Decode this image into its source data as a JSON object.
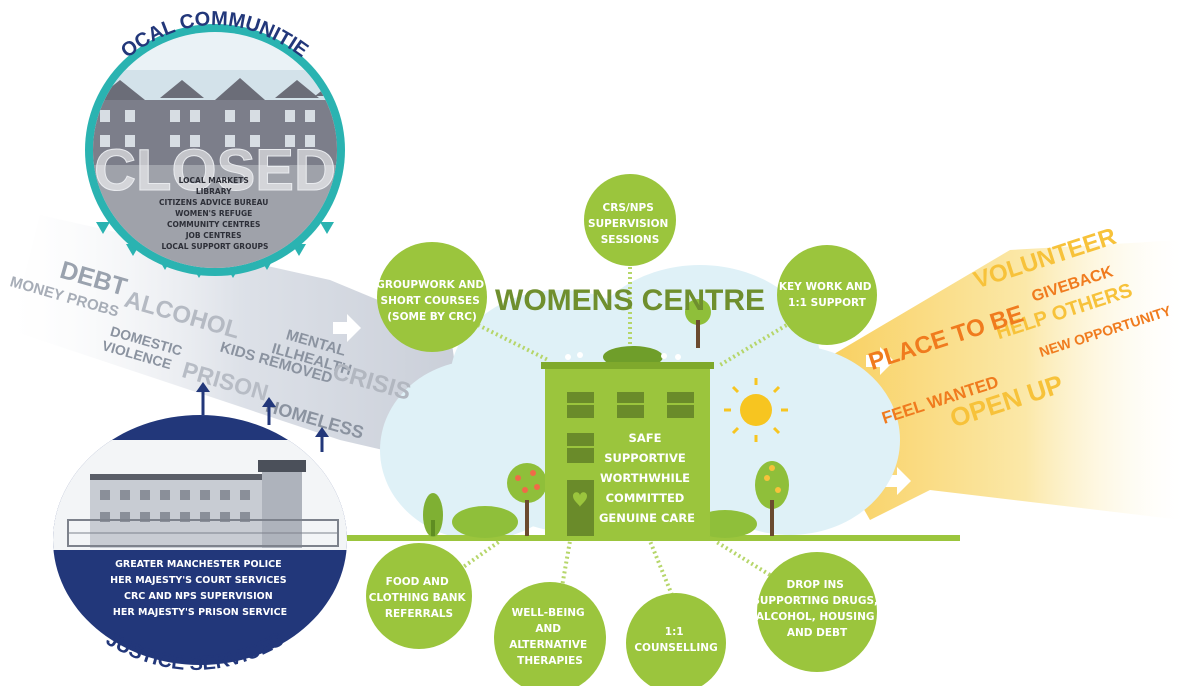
{
  "local_communities": {
    "title": "LOCAL COMMUNITIES",
    "overlay": "CLOSED",
    "items": [
      "LOCAL MARKETS",
      "LIBRARY",
      "CITIZENS ADVICE BUREAU",
      "WOMEN'S REFUGE",
      "COMMUNITY CENTRES",
      "JOB CENTRES",
      "LOCAL SUPPORT GROUPS"
    ]
  },
  "justice_services": {
    "title": "JUSTICE SERVICES",
    "items": [
      "GREATER MANCHESTER POLICE",
      "HER MAJESTY'S COURT SERVICES",
      "CRC AND NPS SUPERVISION",
      "HER MAJESTY'S PRISON SERVICE"
    ]
  },
  "issues": {
    "debt": "DEBT",
    "alcohol": "ALCOHOL",
    "money": "MONEY PROBS",
    "domestic_1": "DOMESTIC",
    "domestic_2": "VIOLENCE",
    "prison": "PRISON",
    "kids": "KIDS REMOVED",
    "mental_1": "MENTAL",
    "mental_2": "ILLHEALTH",
    "crisis": "CRISIS",
    "homeless": "HOMELESS"
  },
  "centre": {
    "title": "WOMENS CENTRE",
    "values": [
      "SAFE",
      "SUPPORTIVE",
      "WORTHWHILE",
      "COMMITTED",
      "GENUINE CARE"
    ]
  },
  "services": {
    "crs": [
      "CRS/NPS",
      "SUPERVISION",
      "SESSIONS"
    ],
    "groupwork": [
      "GROUPWORK AND",
      "SHORT COURSES",
      "(SOME BY CRC)"
    ],
    "keywork": [
      "KEY WORK AND",
      "1:1 SUPPORT"
    ],
    "food": [
      "FOOD AND",
      "CLOTHING BANK",
      "REFERRALS"
    ],
    "wellbeing": [
      "WELL-BEING",
      "AND",
      "ALTERNATIVE",
      "THERAPIES"
    ],
    "counselling": [
      "1:1",
      "COUNSELLING"
    ],
    "dropins": [
      "DROP INS",
      "SUPPORTING DRUGS,",
      "ALCOHOL, HOUSING",
      "AND DEBT"
    ]
  },
  "outcomes": {
    "volunteer": "VOLUNTEER",
    "giveback": "GIVEBACK",
    "help": "HELP OTHERS",
    "place": "PLACE TO BE",
    "opportunity": "NEW OPPORTUNITY",
    "wanted": "FEEL WANTED",
    "openup": "OPEN UP"
  },
  "colors": {
    "green": "#9bc53d",
    "olive": "#6f8f2e",
    "teal": "#2ab3b1",
    "navy": "#22377a",
    "orange": "#f07b1e",
    "cloud": "#dff1f7"
  }
}
